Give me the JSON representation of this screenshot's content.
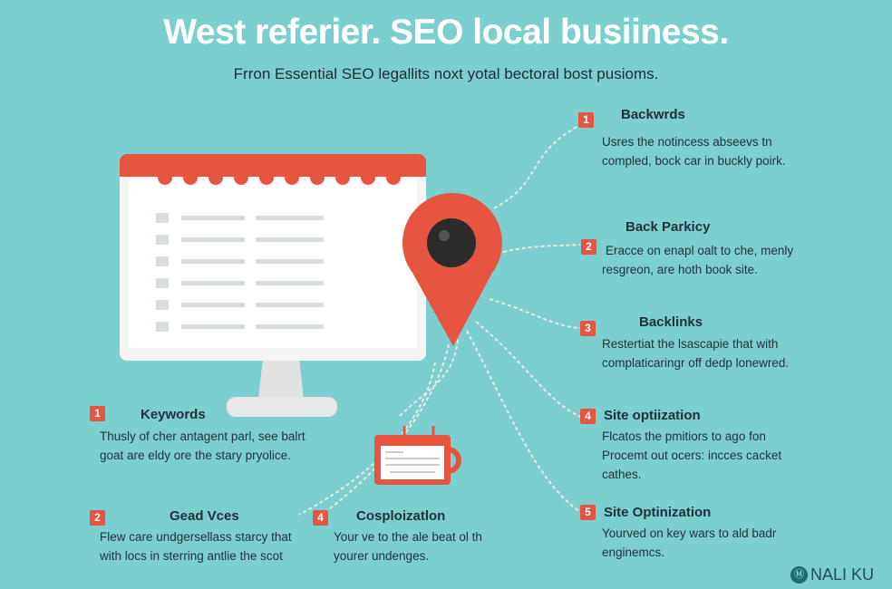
{
  "header": {
    "title": "West referier. SEO local busiiness.",
    "subtitle": "Frron Essential SEO legallits noxt yotal bectoral bost pusioms."
  },
  "colors": {
    "background": "#7ccfcf",
    "accent": "#e5553f",
    "text": "#1f3038"
  },
  "right_items": [
    {
      "num": "1",
      "title": "Backwrds",
      "text": "Usres the notincess abseevs tn compled, bock car in buckly poirk."
    },
    {
      "num": "2",
      "title": "Back Parkicy",
      "text": "Eracce on enapl oalt to che, menly resgreon, are hoth book site."
    },
    {
      "num": "3",
      "title": "Backlinks",
      "text": "Restertiat the lsascapie that with complaticaringr off dedp lonewred."
    },
    {
      "num": "4",
      "title": "Site optiization",
      "text": "Flcatos the pmitiors to ago fon Procemt out ocers: incces cacket cathes."
    },
    {
      "num": "5",
      "title": "Site Optinization",
      "text": "Yourved on key wars to ald badr enginemcs."
    }
  ],
  "left_items": [
    {
      "num": "1",
      "title": "Keywords",
      "text": "Thusly of cher antagent parl, see balrt goat are eldy ore the stary pryolice."
    },
    {
      "num": "2",
      "title": "Gead Vces",
      "text": "Flew care undgersellass starcy that with locs in sterring antlie the scot"
    },
    {
      "num": "4",
      "title": "Cosploizatlon",
      "text": "Your ve to the ale beat ol th yourer undenges."
    }
  ],
  "icons": [
    "monitor-icon",
    "location-pin-icon",
    "browser-window-icon"
  ],
  "logo": {
    "text": "NALI KU"
  }
}
